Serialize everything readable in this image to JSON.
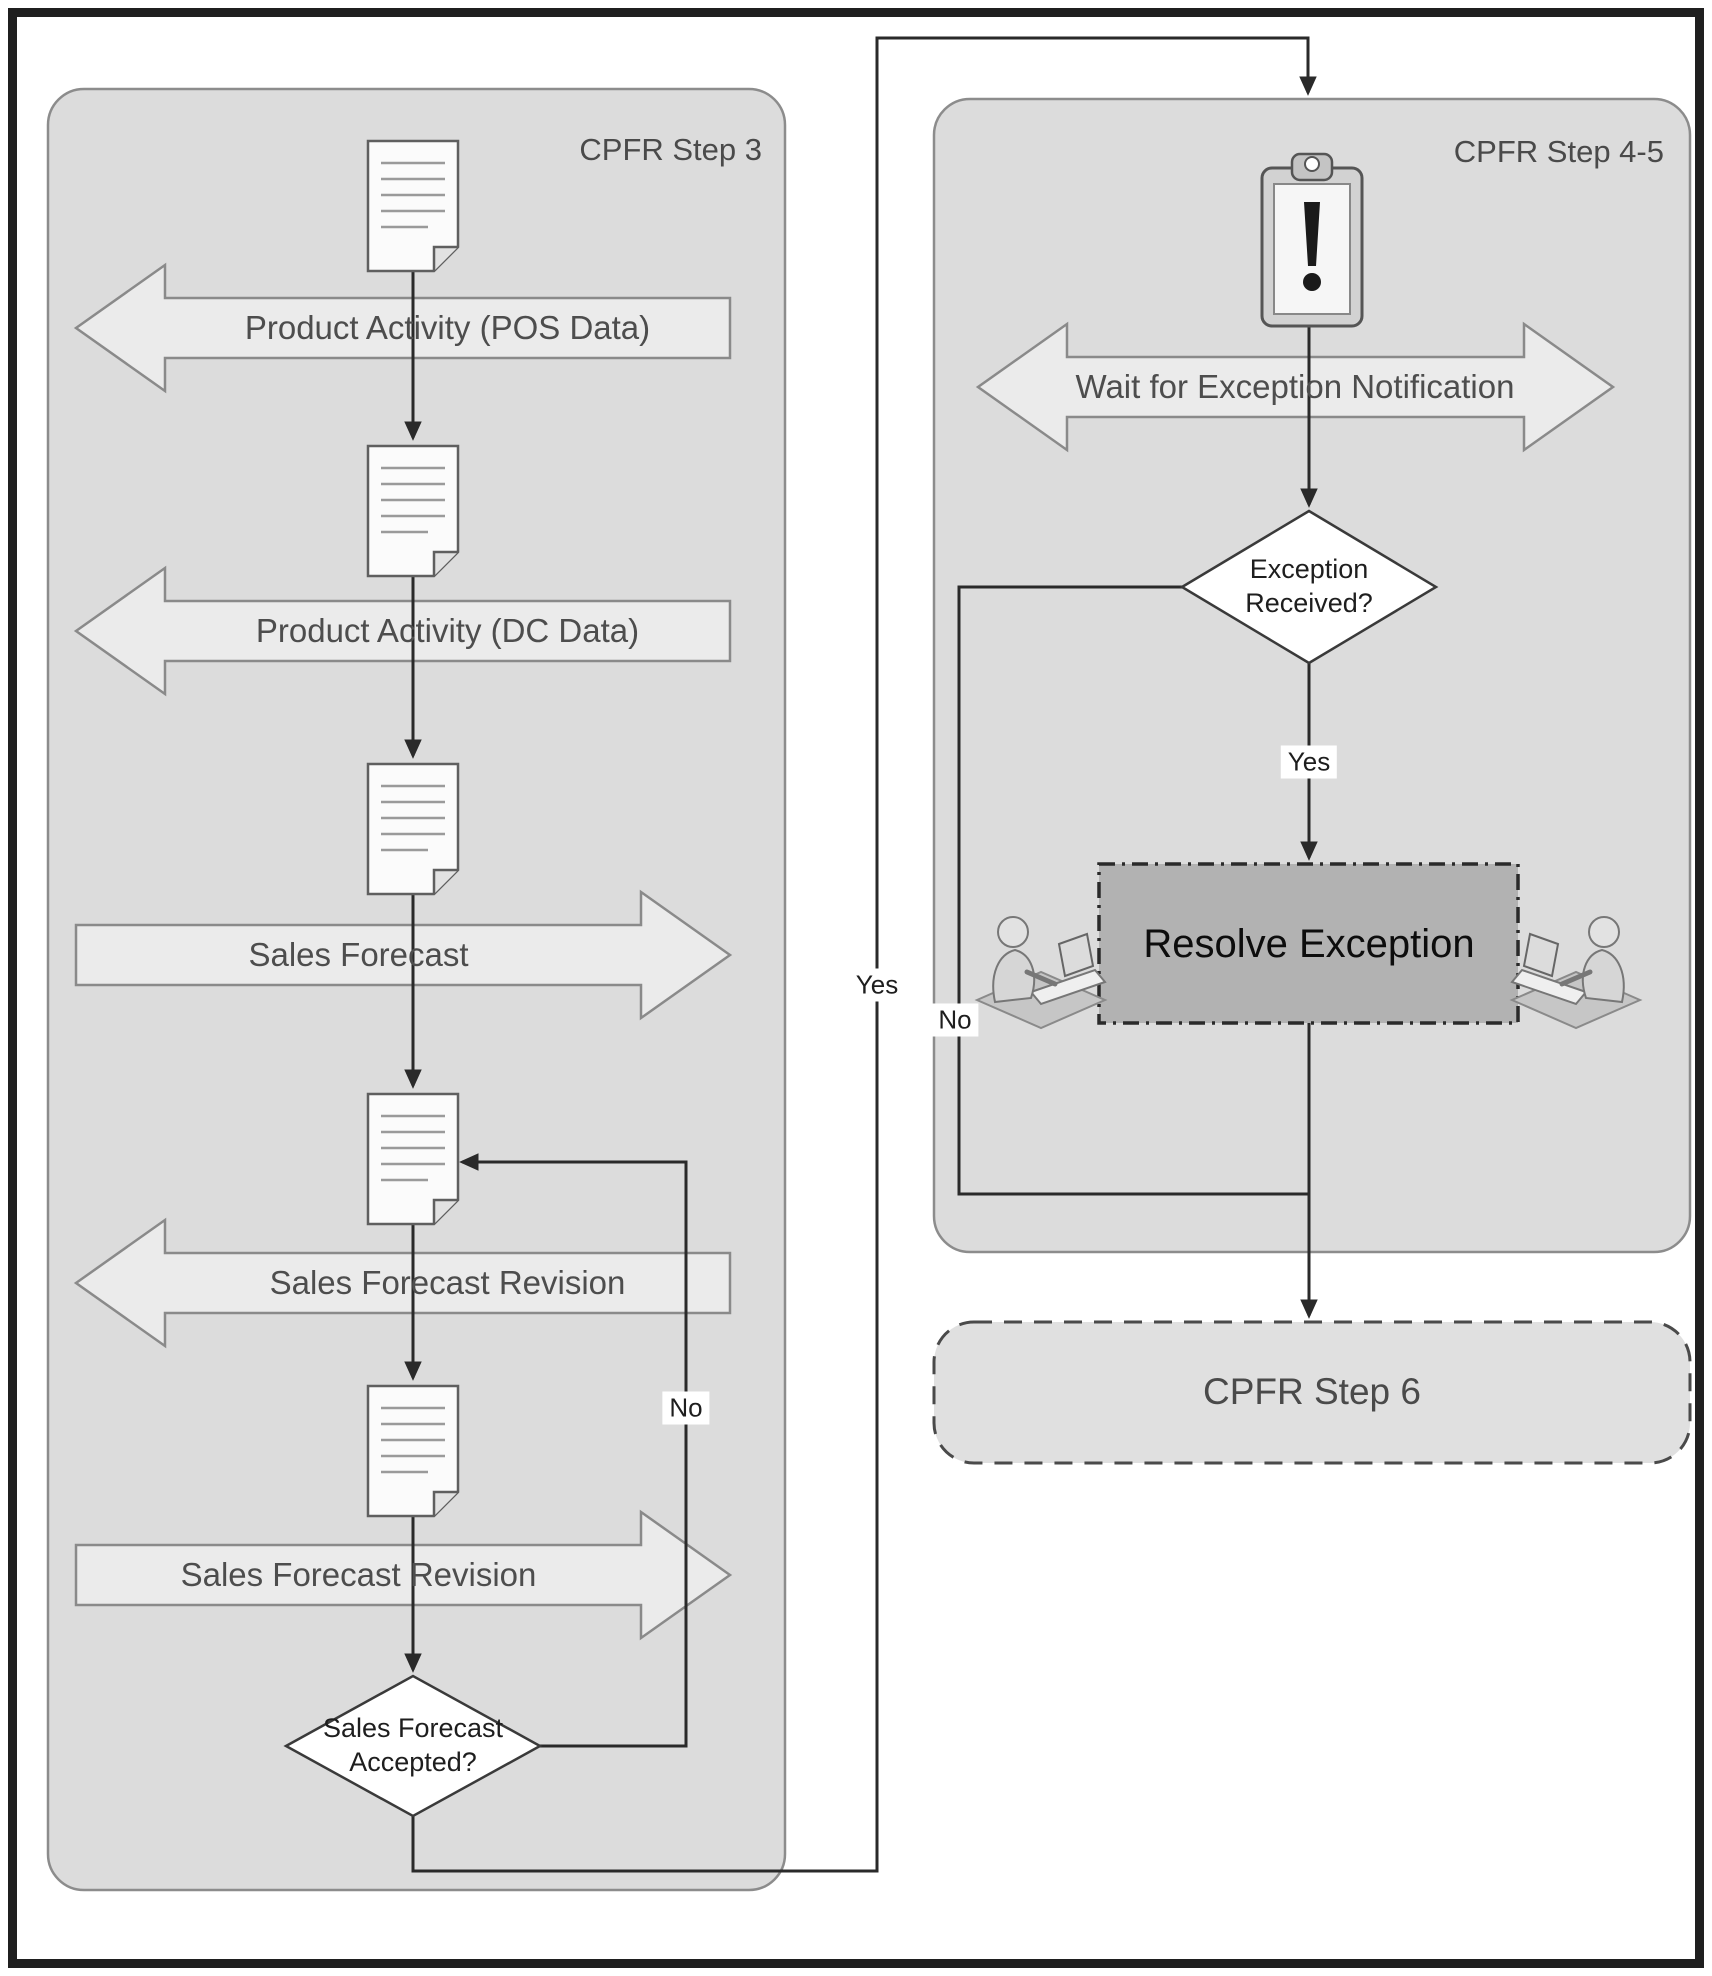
{
  "left_panel": {
    "title": "CPFR Step 3",
    "banners": [
      {
        "label": "Product Activity (POS Data)",
        "direction": "left"
      },
      {
        "label": "Product Activity (DC Data)",
        "direction": "left"
      },
      {
        "label": "Sales Forecast",
        "direction": "right"
      },
      {
        "label": "Sales Forecast Revision",
        "direction": "left"
      },
      {
        "label": "Sales Forecast Revision",
        "direction": "right"
      }
    ],
    "decision_label": "Sales Forecast Accepted?",
    "no_label": "No",
    "yes_label": "Yes",
    "document_icon_count": 5
  },
  "right_panel": {
    "title": "CPFR Step 4-5",
    "wait_banner_label": "Wait for Exception Notification",
    "decision_label": "Exception Received?",
    "yes_label": "Yes",
    "no_label": "No",
    "process_label": "Resolve Exception"
  },
  "step6_label": "CPFR Step 6",
  "icons": {
    "document": "document-icon",
    "alert_clipboard": "clipboard-exclamation-icon",
    "person": "person-at-computer-icon"
  },
  "colors": {
    "background": "#ffffff",
    "panel_fill": "#dcdcdc",
    "banner_fill": "#ebebeb",
    "resolve_fill": "#b2b2b2",
    "line": "#2a2a2a"
  }
}
